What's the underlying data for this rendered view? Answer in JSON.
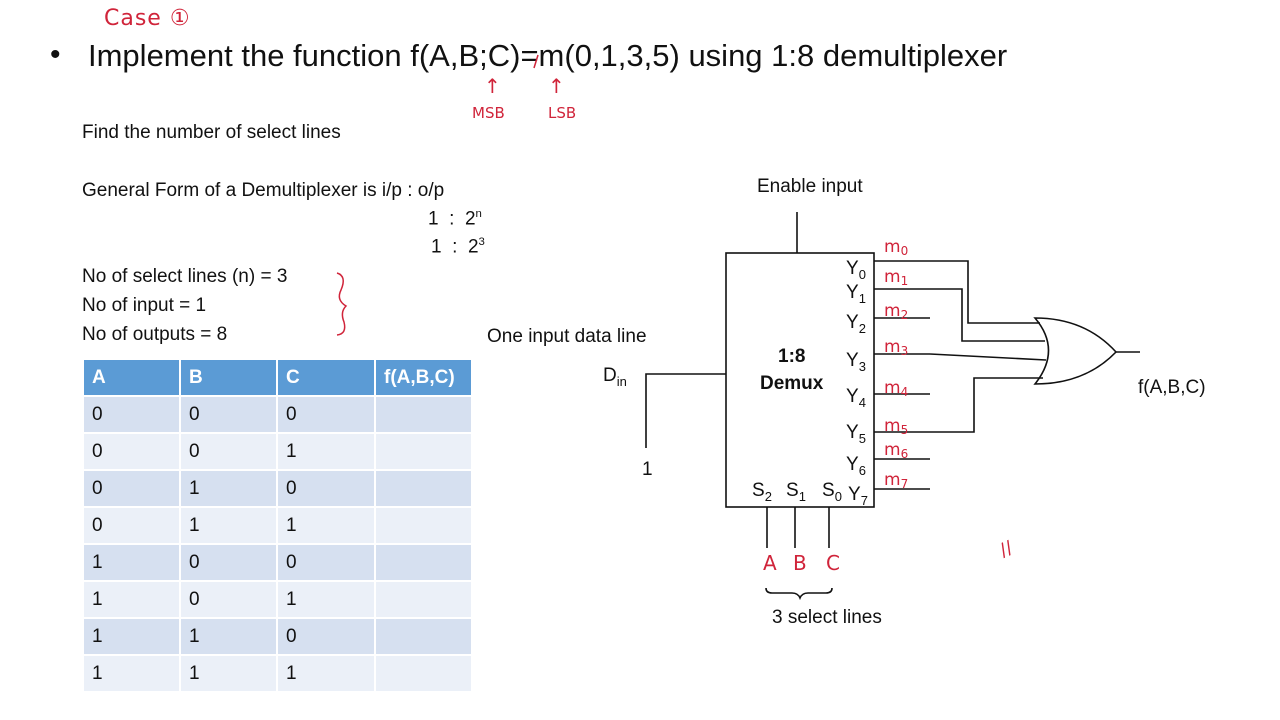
{
  "header": {
    "case_label": "Case ①",
    "bullet": "•",
    "title": "Implement the function f(A,B;C)=m(0,1,3,5) using 1:8 demultiplexer",
    "msb_note": "MSB",
    "lsb_note": "LSB"
  },
  "notes": {
    "find_select": "Find the number of select lines",
    "general_form": "General Form of a Demultiplexer is i/p : o/p",
    "ratio_line1_left": "1  :  2",
    "ratio_line1_sup": "n",
    "ratio_line2_left": "1  :  2",
    "ratio_line2_sup": "3",
    "select_lines": "No of select lines (n) = 3",
    "inputs": "No of input = 1",
    "outputs": "No of outputs = 8"
  },
  "truth_table": {
    "headers": [
      "A",
      "B",
      "C",
      "f(A,B,C)"
    ],
    "rows": [
      [
        "0",
        "0",
        "0",
        ""
      ],
      [
        "0",
        "0",
        "1",
        ""
      ],
      [
        "0",
        "1",
        "0",
        ""
      ],
      [
        "0",
        "1",
        "1",
        ""
      ],
      [
        "1",
        "0",
        "0",
        ""
      ],
      [
        "1",
        "0",
        "1",
        ""
      ],
      [
        "1",
        "1",
        "0",
        ""
      ],
      [
        "1",
        "1",
        "1",
        ""
      ]
    ]
  },
  "diagram": {
    "enable_label": "Enable input",
    "data_line_label": "One input data line",
    "din_label": "D",
    "din_sub": "in",
    "din_value": "1",
    "demux_title_1": "1:8",
    "demux_title_2": "Demux",
    "outputs": [
      {
        "name": "Y",
        "sub": "0",
        "minterm": "m",
        "msub": "0"
      },
      {
        "name": "Y",
        "sub": "1",
        "minterm": "m",
        "msub": "1"
      },
      {
        "name": "Y",
        "sub": "2",
        "minterm": "m",
        "msub": "2"
      },
      {
        "name": "Y",
        "sub": "3",
        "minterm": "m",
        "msub": "3"
      },
      {
        "name": "Y",
        "sub": "4",
        "minterm": "m",
        "msub": "4"
      },
      {
        "name": "Y",
        "sub": "5",
        "minterm": "m",
        "msub": "5"
      },
      {
        "name": "Y",
        "sub": "6",
        "minterm": "m",
        "msub": "6"
      },
      {
        "name": "Y",
        "sub": "7",
        "minterm": "m",
        "msub": "7"
      }
    ],
    "selects": [
      {
        "name": "S",
        "sub": "2",
        "var": "A"
      },
      {
        "name": "S",
        "sub": "1",
        "var": "B"
      },
      {
        "name": "S",
        "sub": "0",
        "var": "C"
      }
    ],
    "select_caption": "3 select lines",
    "output_label": "f(A,B,C)",
    "end_mark": "//",
    "or_inputs": [
      "0",
      "1",
      "3",
      "5"
    ],
    "colors": {
      "ink": "#111111",
      "annotation": "#d0243a",
      "table_header": "#5b9bd5"
    }
  }
}
